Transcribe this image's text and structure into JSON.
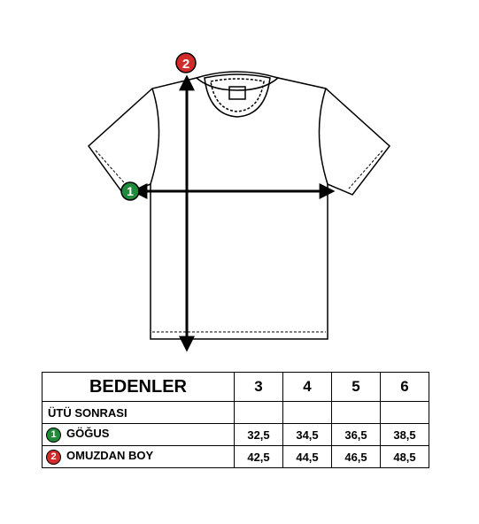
{
  "diagram": {
    "marker_1": "1",
    "marker_2": "2",
    "marker_1_color": "#1f8a3a",
    "marker_2_color": "#d32a2a"
  },
  "table": {
    "title": "BEDENLER",
    "sizes": [
      "3",
      "4",
      "5",
      "6"
    ],
    "subtitle": "ÜTÜ SONRASI",
    "rows": [
      {
        "badge": "1",
        "label": "GÖĞUS",
        "values": [
          "32,5",
          "34,5",
          "36,5",
          "38,5"
        ]
      },
      {
        "badge": "2",
        "label": "OMUZDAN BOY",
        "values": [
          "42,5",
          "44,5",
          "46,5",
          "48,5"
        ]
      }
    ]
  }
}
